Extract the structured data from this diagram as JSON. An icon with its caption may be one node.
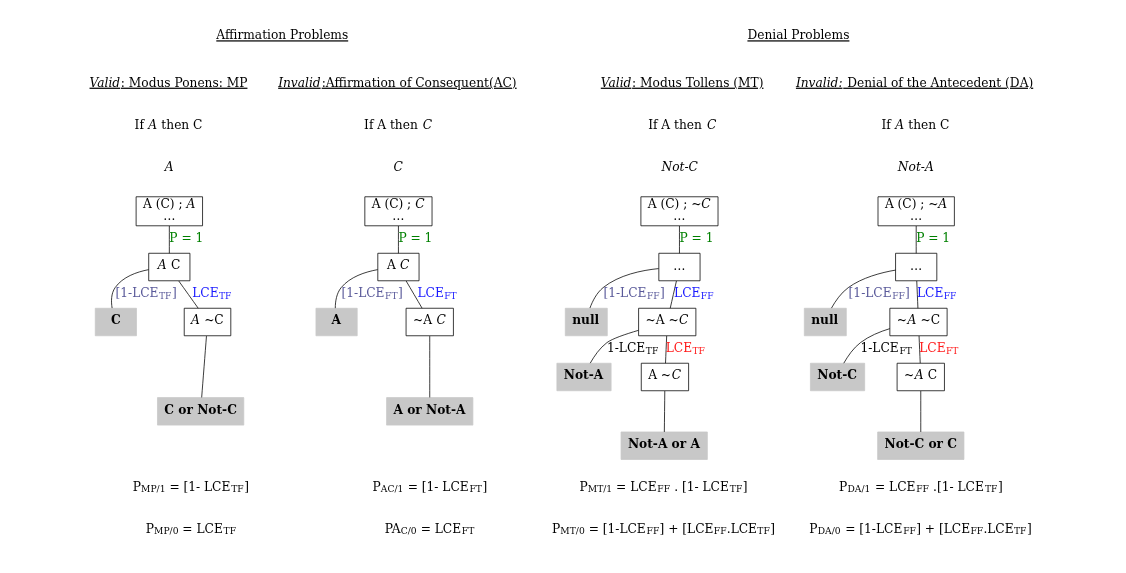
{
  "diagram": {
    "nodes": [
      {
        "text": [
          "A (C) ; *A*",
          "…"
        ]
      },
      {
        "text": [
          "*A* C"
        ]
      },
      {
        "text": [
          "C"
        ]
      },
      {
        "text": [
          "*A* ~C"
        ]
      },
      {
        "text": [
          "C or Not-C"
        ]
      },
      {
        "text": [
          "A (C) ; *C*",
          "…"
        ]
      },
      {
        "text": [
          "A *C*"
        ]
      },
      {
        "text": [
          "A"
        ]
      },
      {
        "text": [
          "~A *C*"
        ]
      },
      {
        "text": [
          "A or Not-A"
        ]
      },
      {
        "text": [
          "A (C) ; ~*C*",
          "…"
        ]
      },
      {
        "text": [
          "…"
        ]
      },
      {
        "text": [
          "null"
        ]
      },
      {
        "text": [
          "~A ~*C*"
        ]
      },
      {
        "text": [
          "Not-A"
        ]
      },
      {
        "text": [
          "A ~*C*"
        ]
      },
      {
        "text": [
          "Not-A or A"
        ]
      },
      {
        "text": [
          "A (C) ; ~*A*",
          "…"
        ]
      },
      {
        "text": [
          "…"
        ]
      },
      {
        "text": [
          "null"
        ]
      },
      {
        "text": [
          "~*A* ~C"
        ]
      },
      {
        "text": [
          "Not-C"
        ]
      },
      {
        "text": [
          "~*A* C"
        ]
      },
      {
        "text": [
          "Not-C or C"
        ]
      }
    ],
    "edges": [
      {
        "from": 0,
        "to": 1,
        "arrow": "none",
        "label": "P = 1"
      },
      {
        "from": 1,
        "to": 2,
        "arrow": "none",
        "label": "[1-LCE$_{TF}$]"
      },
      {
        "from": 1,
        "to": 3,
        "arrow": "none",
        "label": "LCE$_{TF}$"
      },
      {
        "from": 3,
        "to": 4,
        "arrow": "none"
      },
      {
        "from": 5,
        "to": 6,
        "arrow": "none",
        "label": "P = 1"
      },
      {
        "from": 6,
        "to": 7,
        "arrow": "none",
        "label": "[1-LCE$_{FT}$]"
      },
      {
        "from": 6,
        "to": 8,
        "arrow": "none",
        "label": "LCE$_{FT}$"
      },
      {
        "from": 8,
        "to": 9,
        "arrow": "none"
      },
      {
        "from": 10,
        "to": 11,
        "arrow": "none",
        "label": "P = 1"
      },
      {
        "from": 11,
        "to": 12,
        "arrow": "none",
        "label": "[1-LCE$_{FF}$]"
      },
      {
        "from": 11,
        "to": 13,
        "arrow": "none",
        "label": "LCE$_{FF}$"
      },
      {
        "from": 13,
        "to": 14,
        "arrow": "none",
        "label": "1-LCE$_{TF}$"
      },
      {
        "from": 13,
        "to": 15,
        "arrow": "none",
        "label": "LCE$_{TF}$"
      },
      {
        "from": 15,
        "to": 16,
        "arrow": "none"
      },
      {
        "from": 17,
        "to": 18,
        "arrow": "none",
        "label": "P = 1"
      },
      {
        "from": 18,
        "to": 19,
        "arrow": "none",
        "label": "[1-LCE$_{FF}$]"
      },
      {
        "from": 18,
        "to": 20,
        "arrow": "none",
        "label": "LCE$_{FF}$"
      },
      {
        "from": 20,
        "to": 21,
        "arrow": "none",
        "label": "1-LCE$_{FT}$"
      },
      {
        "from": 20,
        "to": 22,
        "arrow": "none",
        "label": "LCE$_{FT}$"
      },
      {
        "from": 22,
        "to": 23,
        "arrow": "none"
      }
    ],
    "labels": [
      "Affirmation Problems",
      "Denial Problems",
      "*Valid*: Modus Ponens: MP",
      "If *A* then C",
      "*A*",
      "*Invalid*:Affirmation of Consequent(AC)",
      "If A then *C*",
      "*C*",
      "*Valid*: Modus Tollens (MT)",
      "If A then *C*",
      "*Not-C*",
      "*Invalid:* Denial of the Antecedent (DA)",
      "If *A* then C",
      "*Not-A*",
      "P$_{MP/1}$ = [1- LCE$_{TF}$]",
      "P$_{MP/0}$ = LCE$_{TF}$",
      "P$_{AC/1}$ = [1- LCE$_{FT}$]",
      "PA$_{C/0}$ = LCE$_{FT}$",
      "P$_{MT/1}$ = LCE$_{FF}$ . [1- LCE$_{TF}$]",
      "P$_{MT/0}$ = [1-LCE$_{FF}$] + [LCE$_{FF}$.LCE$_{TF}$]",
      "P$_{DA/1}$ = LCE$_{FF}$ .[1- LCE$_{TF}$]",
      "P$_{DA/0}$ = [1-LCE$_{FF}$] + [LCE$_{FF}$.LCE$_{TF}$]"
    ]
  }
}
